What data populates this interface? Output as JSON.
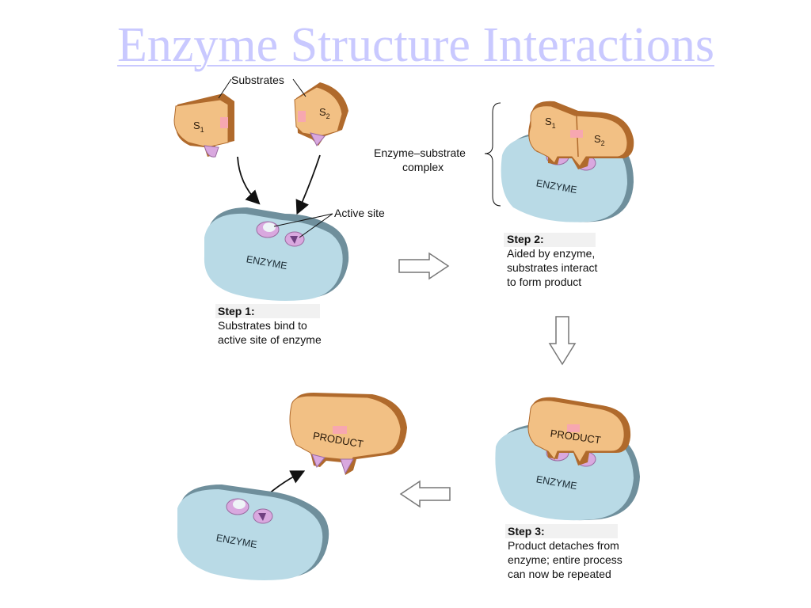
{
  "title": "Enzyme Structure Interactions",
  "labels": {
    "substrates": "Substrates",
    "active_site": "Active site",
    "complex_line1": "Enzyme–substrate",
    "complex_line2": "complex",
    "s1_letter": "S",
    "s1_sub": "1",
    "s2_letter": "S",
    "s2_sub": "2",
    "enzyme": "ENZYME",
    "product": "PRODUCT"
  },
  "steps": [
    {
      "heading": "Step 1:",
      "lines": [
        "Substrates bind to",
        "active site of enzyme"
      ]
    },
    {
      "heading": "Step 2:",
      "lines": [
        "Aided by enzyme,",
        "substrates interact",
        "to form product"
      ]
    },
    {
      "heading": "Step 3:",
      "lines": [
        "Product detaches from",
        "enzyme; entire process",
        "can now be repeated"
      ]
    }
  ],
  "colors": {
    "title": "#c9c9ff",
    "enzyme_fill": "#b9dae6",
    "enzyme_edge": "#6f8f9c",
    "substrate_fill": "#f2c084",
    "substrate_edge": "#b06a2c",
    "active_site": "#d9a8df",
    "step_label_bg": "#f1f1f1"
  }
}
